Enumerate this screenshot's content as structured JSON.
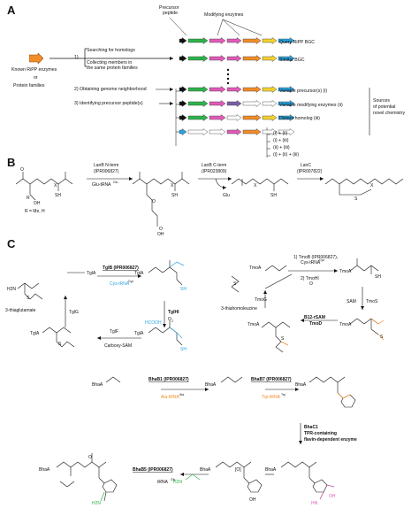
{
  "panelA": {
    "letter": "A",
    "known_line1": "Known RiPP enzymes",
    "known_or": "or",
    "known_line2": "Protein families",
    "precursor_label_1": "Precursor",
    "precursor_label_2": "peptide",
    "modifying_label": "Modifying enzymes",
    "step1_num": "1)",
    "step1a": "Searching for homologs",
    "step1b": "Collecting members in",
    "step1c": "the same protein families",
    "step2": "2)  Obtaining genome neighborhood",
    "step3": "3)  Identifying precursor peptide(s)",
    "row_labels": [
      "Query RiPP BGC",
      "Similar BGC",
      "Variable precursor(s) (i)",
      "Variable modifying enzymes (ii)",
      "Distant homolog (iii)"
    ],
    "combo_labels": [
      "(i) + (ii)",
      "(i) + (iii)",
      "(ii) + (iii)",
      "(i) + (ii) + (iii)"
    ],
    "sources_1": "Sources",
    "sources_2": "of potential",
    "sources_3": "novel chemistry",
    "colors": {
      "orange": "#f28c28",
      "green": "#2db34a",
      "magenta": "#e05bb8",
      "yellow": "#f3d22e",
      "blue": "#2aa4e0",
      "purple": "#7a5fa8",
      "dark": "#111111"
    }
  },
  "panelB": {
    "letter": "B",
    "r_label": "R = Me, H",
    "step1_enzyme": "LanB N-term",
    "step1_ipr": "(IPR006827)",
    "step1_sub": "Glu-tRNA",
    "step1_sup": "Glu",
    "step2_enzyme": "LanB C-term",
    "step2_ipr": "(IPR023809)",
    "step2_out": "Glu",
    "step3_enzyme": "LanC",
    "step3_ipr": "(IPR007822)",
    "atoms": {
      "oh": "OH",
      "o": "O",
      "sh": "SH",
      "s": "S",
      "h": "H",
      "n": "N",
      "r": "R",
      "x": "X",
      "oh_acid": "OH"
    }
  },
  "panelC": {
    "letter": "C",
    "tgla": "TglA",
    "tglb": "TglB (IPR006827)",
    "tglb_sub": "Cys-tRNA",
    "tglb_sup": "Cys",
    "tglhi": "TglHI",
    "o2": "O",
    "o2_sub": "2",
    "hcooh": "HCOOH",
    "tglf": "TglF",
    "carboxy_sam": "Carboxy-SAM",
    "tglg": "TglG",
    "thiaglutamate": "3-thiaglutamate",
    "tmoa": "TmoA",
    "tmob": "1) TmoB (IPR006827),",
    "tmob_sub": "Cys-tRNA",
    "tmob_sup": "Cys",
    "tmohi": "2) TmoHI",
    "tmo_o2": "O",
    "tmoe_sam": "SAM",
    "tmoe": "TmoS",
    "b12": "B12-rSAM",
    "tmod": "TmoD",
    "tmog": "TmoG",
    "thiahomoleucine": "3-thiahomoleucine",
    "bhaa": "BhaA",
    "bhab1": "BhaB1 (IPR006827)",
    "bhab1_sub": "Ala-tRNA",
    "bhab1_sup": "Ala",
    "bhab7": "BhaB7 (IPR006827)",
    "bhab7_sub": "Trp-tRNA",
    "bhab7_sup": "Trp",
    "bhac1_1": "BhaC1",
    "bhac1_2": "TPR-containing",
    "bhac1_3": "flavin-dependent enzyme",
    "bhab5": "BhaB5 (IPR006827)",
    "bhab5_sub": "tRNA",
    "bhab5_sup": "Gly",
    "ox": "[O]",
    "atoms": {
      "h2n": "H2N",
      "nh": "HN",
      "oh": "OH",
      "o": "O",
      "s": "S",
      "sh": "SH",
      "cooh": "COOH",
      "h": "H",
      "n": "N",
      "nh2": "H2N",
      "hn": "HN",
      "hooc": "HO"
    }
  }
}
